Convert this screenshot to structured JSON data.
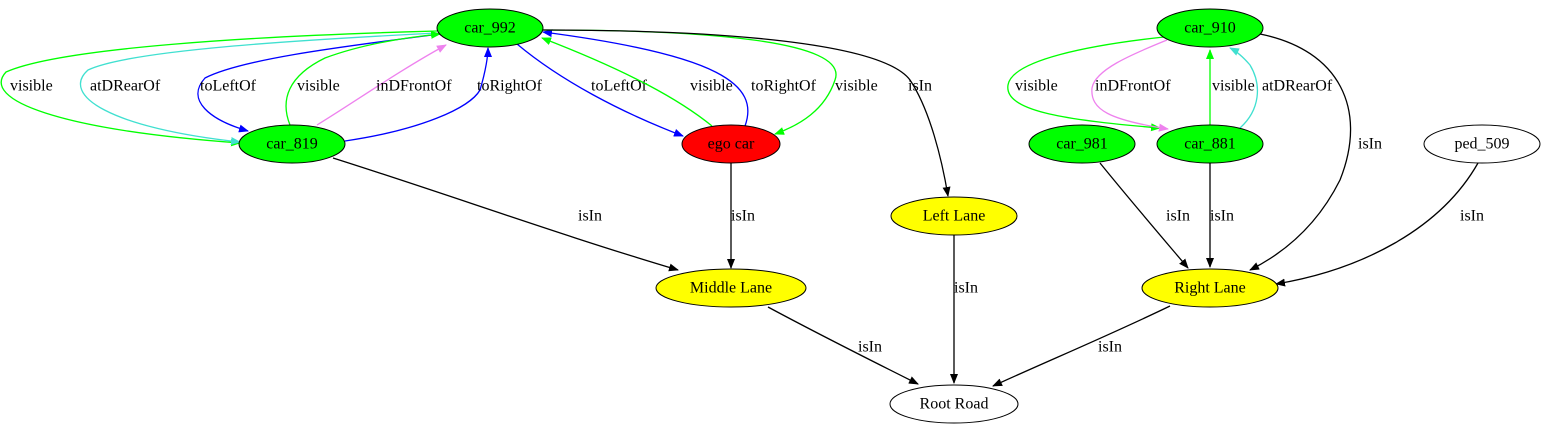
{
  "colors": {
    "green": "#00ff00",
    "red": "#ff0000",
    "yellow": "#ffff00",
    "white": "#ffffff",
    "black": "#000000",
    "blue": "#0000ff",
    "turquoise": "#40e0d0",
    "violet": "#ee82ee"
  },
  "nodes": [
    {
      "id": "car_992",
      "label": "car_992",
      "fill": "green"
    },
    {
      "id": "car_819",
      "label": "car_819",
      "fill": "green"
    },
    {
      "id": "ego_car",
      "label": "ego car",
      "fill": "red"
    },
    {
      "id": "car_910",
      "label": "car_910",
      "fill": "green"
    },
    {
      "id": "car_981",
      "label": "car_981",
      "fill": "green"
    },
    {
      "id": "car_881",
      "label": "car_881",
      "fill": "green"
    },
    {
      "id": "ped_509",
      "label": "ped_509",
      "fill": "white"
    },
    {
      "id": "left_lane",
      "label": "Left Lane",
      "fill": "yellow"
    },
    {
      "id": "middle_lane",
      "label": "Middle Lane",
      "fill": "yellow"
    },
    {
      "id": "right_lane",
      "label": "Right Lane",
      "fill": "yellow"
    },
    {
      "id": "root_road",
      "label": "Root Road",
      "fill": "white"
    }
  ],
  "edges": [
    {
      "from": "car_992",
      "to": "car_819",
      "label": "visible",
      "color": "green"
    },
    {
      "from": "car_992",
      "to": "car_819",
      "label": "atDRearOf",
      "color": "turquoise"
    },
    {
      "from": "car_992",
      "to": "car_819",
      "label": "toLeftOf",
      "color": "blue"
    },
    {
      "from": "car_819",
      "to": "car_992",
      "label": "visible",
      "color": "green"
    },
    {
      "from": "car_819",
      "to": "car_992",
      "label": "inDFrontOf",
      "color": "violet"
    },
    {
      "from": "car_819",
      "to": "car_992",
      "label": "toRightOf",
      "color": "blue"
    },
    {
      "from": "car_992",
      "to": "ego_car",
      "label": "toLeftOf",
      "color": "blue"
    },
    {
      "from": "ego_car",
      "to": "car_992",
      "label": "visible",
      "color": "green"
    },
    {
      "from": "ego_car",
      "to": "car_992",
      "label": "toRightOf",
      "color": "blue"
    },
    {
      "from": "car_992",
      "to": "ego_car",
      "label": "visible",
      "color": "green"
    },
    {
      "from": "car_992",
      "to": "left_lane",
      "label": "isIn",
      "color": "black"
    },
    {
      "from": "car_819",
      "to": "middle_lane",
      "label": "isIn",
      "color": "black"
    },
    {
      "from": "ego_car",
      "to": "middle_lane",
      "label": "isIn",
      "color": "black"
    },
    {
      "from": "car_910",
      "to": "car_881",
      "label": "visible",
      "color": "green"
    },
    {
      "from": "car_910",
      "to": "car_881",
      "label": "inDFrontOf",
      "color": "violet"
    },
    {
      "from": "car_881",
      "to": "car_910",
      "label": "visible",
      "color": "green"
    },
    {
      "from": "car_881",
      "to": "car_910",
      "label": "atDRearOf",
      "color": "turquoise"
    },
    {
      "from": "car_910",
      "to": "right_lane",
      "label": "isIn",
      "color": "black"
    },
    {
      "from": "car_981",
      "to": "right_lane",
      "label": "isIn",
      "color": "black"
    },
    {
      "from": "car_881",
      "to": "right_lane",
      "label": "isIn",
      "color": "black"
    },
    {
      "from": "ped_509",
      "to": "right_lane",
      "label": "isIn",
      "color": "black"
    },
    {
      "from": "left_lane",
      "to": "root_road",
      "label": "isIn",
      "color": "black"
    },
    {
      "from": "middle_lane",
      "to": "root_road",
      "label": "isIn",
      "color": "black"
    },
    {
      "from": "right_lane",
      "to": "root_road",
      "label": "isIn",
      "color": "black"
    }
  ]
}
